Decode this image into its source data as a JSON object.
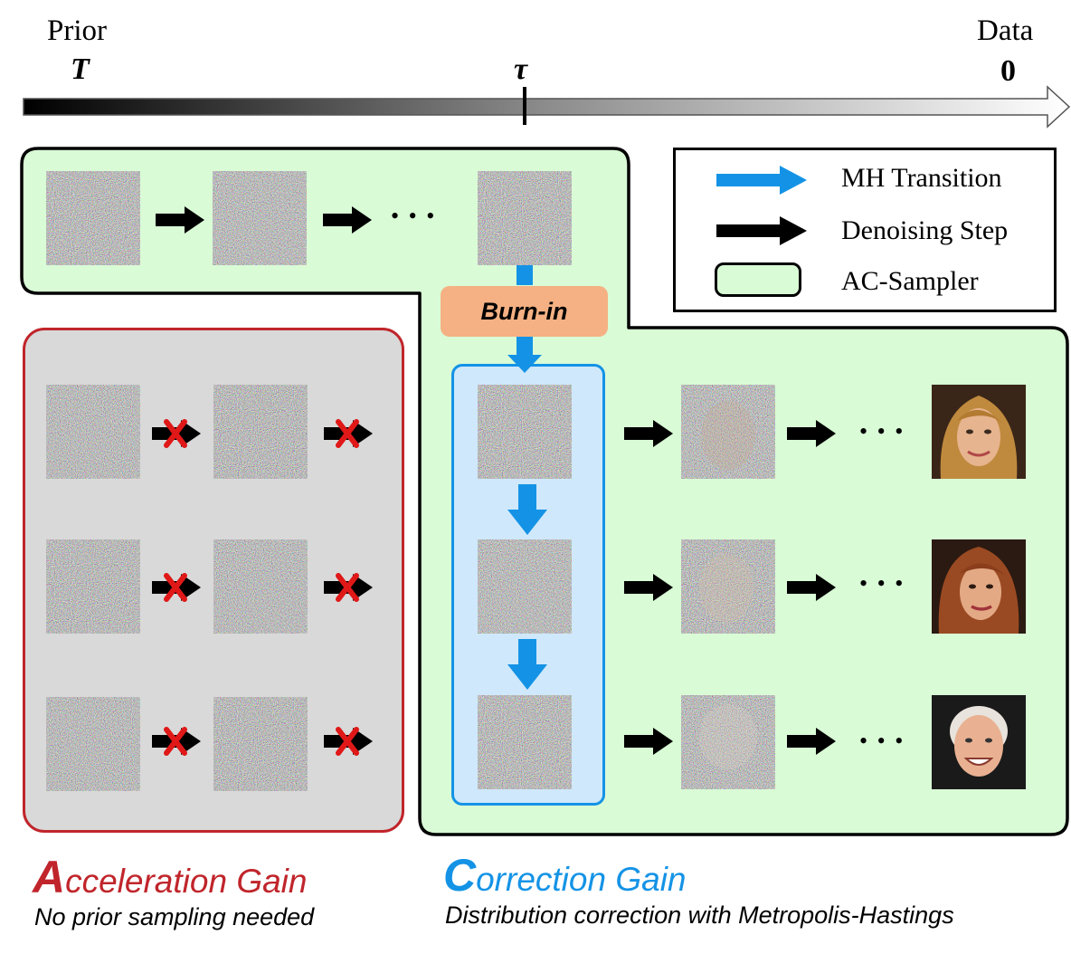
{
  "timeline": {
    "prior_label": "Prior",
    "prior_symbol": "T",
    "tau_symbol": "τ",
    "data_label": "Data",
    "data_symbol": "0"
  },
  "legend": {
    "items": [
      {
        "icon": "blue-arrow-icon",
        "label": "MH Transition"
      },
      {
        "icon": "black-arrow-icon",
        "label": "Denoising Step"
      },
      {
        "icon": "green-rounded-box-icon",
        "label": "AC-Sampler"
      }
    ]
  },
  "burn_in_label": "Burn-in",
  "ellipsis": "• • •",
  "acceleration": {
    "first_letter": "A",
    "rest": "cceleration Gain",
    "subtitle": "No prior sampling needed"
  },
  "correction": {
    "first_letter": "C",
    "rest": "orrection Gain",
    "subtitle": "Distribution correction with Metropolis-Hastings"
  },
  "colors": {
    "green_fill": "#d9fbd6",
    "gray_fill": "#d9d9d9",
    "red_border": "#c0252b",
    "blue": "#1493e6",
    "light_blue": "#cfe8fb",
    "burn_in": "#f5b183",
    "cross": "#e01818"
  }
}
